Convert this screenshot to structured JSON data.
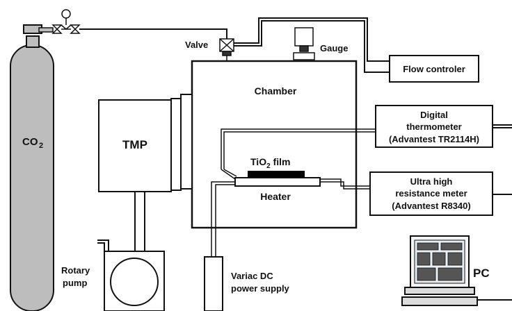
{
  "labels": {
    "co2_main": "CO",
    "co2_sub": "2",
    "valve": "Valve",
    "gauge": "Gauge",
    "flow_controller": "Flow controler",
    "chamber": "Chamber",
    "digital_line1": "Digital",
    "digital_line2": "thermometer",
    "digital_line3": "(Advantest TR2114H)",
    "tmp": "TMP",
    "film_main": "TiO",
    "film_sub": "2",
    "film_rest": " film",
    "heater": "Heater",
    "meter_line1": "Ultra high",
    "meter_line2": "resistance meter",
    "meter_line3": "(Advantest R8340)",
    "rotary_line1": "Rotary",
    "rotary_line2": "pump",
    "variac_line1": "Variac DC",
    "variac_line2": "power supply",
    "pc": "PC"
  },
  "colors": {
    "line": "#111111",
    "cylinder_fill": "#bdbdbd",
    "screen_fill": "#e8eef2",
    "film_fill": "#000000"
  }
}
